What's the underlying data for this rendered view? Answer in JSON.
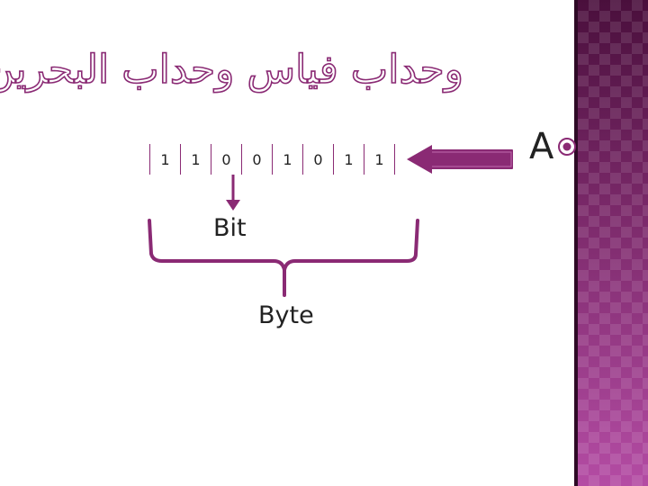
{
  "slide": {
    "title": "وحداب فياس وحداب البحرين",
    "bullet_letter": "A",
    "bits": [
      "1",
      "1",
      "0",
      "0",
      "1",
      "0",
      "1",
      "1"
    ],
    "bit_label": "Bit",
    "byte_label": "Byte"
  },
  "colors": {
    "accent": "#8a2a74",
    "panel_dark": "#4a0f3c",
    "panel_light": "#b44ca4"
  },
  "icons": {
    "bullet": "circled-dot-icon",
    "arrow_from_letter": "left-arrow-icon",
    "arrow_to_bit": "down-arrow-icon",
    "byte_group": "curly-brace-icon"
  }
}
